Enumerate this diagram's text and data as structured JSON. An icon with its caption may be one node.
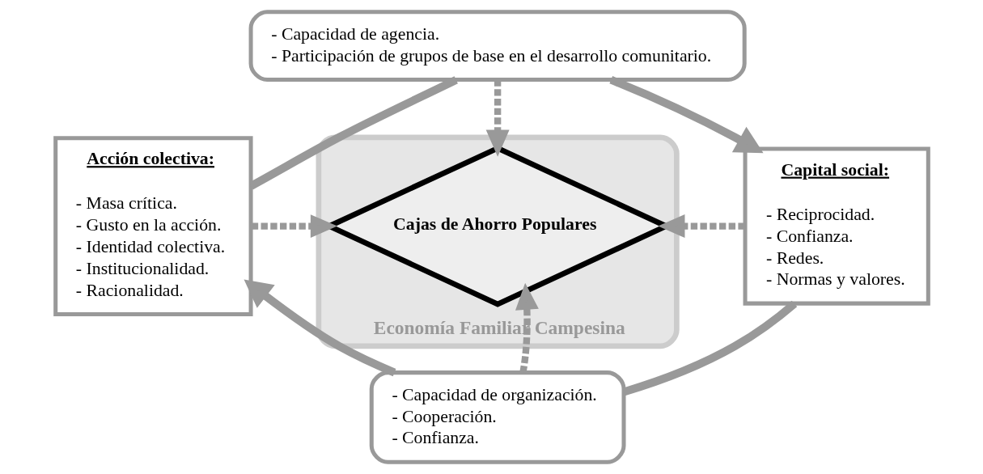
{
  "diagram": {
    "nodes": [
      {
        "text": [
          "Economía Familiar Campesina"
        ]
      },
      {
        "text": [
          "Cajas de Ahorro Populares"
        ],
        "in": 0
      },
      {
        "text": [
          "- Capacidad de agencia.",
          "- Participación de grupos de base en el desarrollo comunitario."
        ]
      },
      {
        "text": [
          "Acción colectiva:",
          "- Masa crítica.",
          "- Gusto en la acción.",
          "- Identidad colectiva.",
          "- Institucionalidad.",
          "- Racionalidad."
        ]
      },
      {
        "text": [
          "Capital social:",
          "- Reciprocidad.",
          "- Confianza.",
          "- Redes.",
          "- Normas y valores."
        ]
      },
      {
        "text": [
          "- Capacidad de organización.",
          "- Cooperación.",
          "- Confianza."
        ]
      }
    ],
    "edges": [
      {
        "from": 2,
        "to": 1,
        "arrow": "to",
        "style": "dashed"
      },
      {
        "from": 3,
        "to": 1,
        "arrow": "to",
        "style": "dashed"
      },
      {
        "from": 4,
        "to": 1,
        "arrow": "to",
        "style": "dashed"
      },
      {
        "from": 5,
        "to": 1,
        "arrow": "to",
        "style": "dashed"
      },
      {
        "from": 3,
        "to": 2,
        "arrow": "none"
      },
      {
        "from": 2,
        "to": 4,
        "arrow": "to"
      },
      {
        "from": 4,
        "to": 5,
        "arrow": "none"
      },
      {
        "from": 5,
        "to": 3,
        "arrow": "to"
      }
    ]
  }
}
